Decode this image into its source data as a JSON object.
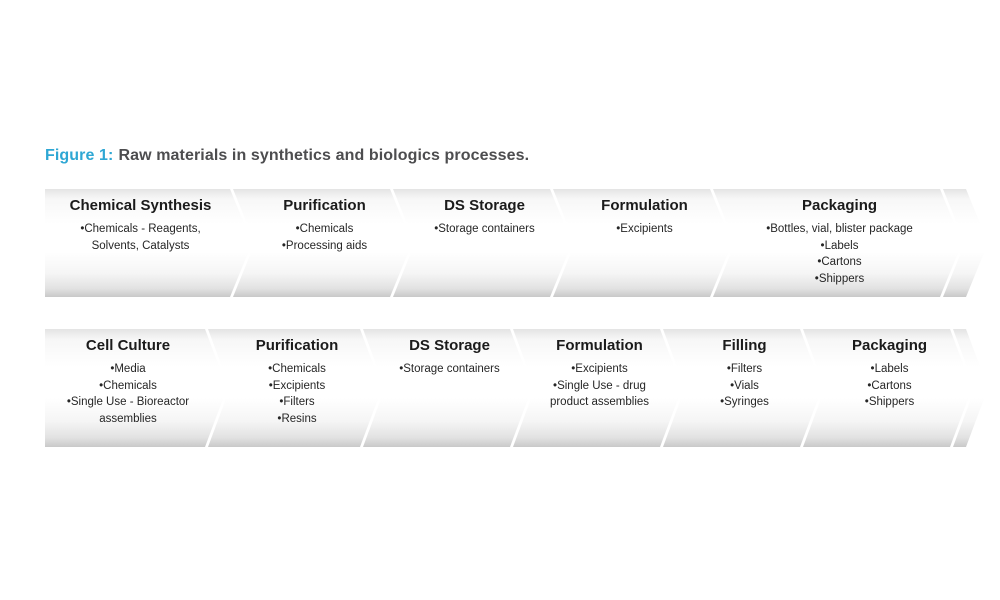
{
  "caption": {
    "label": "Figure 1:",
    "text": "Raw materials in synthetics and biologics processes."
  },
  "colors": {
    "caption_accent": "#2ea7d4",
    "caption_text": "#4d4d4f",
    "chevron_fill_light": "#ffffff",
    "chevron_fill_shade": "#e2e2e2",
    "chevron_outline": "#9f9f9f",
    "step_title_text": "#1b1b1b",
    "step_item_text": "#262626"
  },
  "rows": [
    {
      "name": "synthetics-process",
      "segments": [
        {
          "title": "Chemical Synthesis",
          "items": [
            "Chemicals - Reagents, Solvents, Catalysts"
          ]
        },
        {
          "title": "Purification",
          "items": [
            "Chemicals",
            "Processing aids"
          ]
        },
        {
          "title": "DS Storage",
          "items": [
            "Storage containers"
          ]
        },
        {
          "title": "Formulation",
          "items": [
            "Excipients"
          ]
        },
        {
          "title": "Packaging",
          "items": [
            "Bottles, vial, blister package",
            "Labels",
            "Cartons",
            "Shippers"
          ]
        }
      ]
    },
    {
      "name": "biologics-process",
      "segments": [
        {
          "title": "Cell Culture",
          "items": [
            "Media",
            "Chemicals",
            "Single Use - Bioreactor assemblies"
          ]
        },
        {
          "title": "Purification",
          "items": [
            "Chemicals",
            "Excipients",
            "Filters",
            "Resins"
          ]
        },
        {
          "title": "DS Storage",
          "items": [
            "Storage containers"
          ]
        },
        {
          "title": "Formulation",
          "items": [
            "Excipients",
            "Single Use - drug product assemblies"
          ]
        },
        {
          "title": "Filling",
          "items": [
            "Filters",
            "Vials",
            "Syringes"
          ]
        },
        {
          "title": "Packaging",
          "items": [
            "Labels",
            "Cartons",
            "Shippers"
          ]
        }
      ]
    }
  ]
}
